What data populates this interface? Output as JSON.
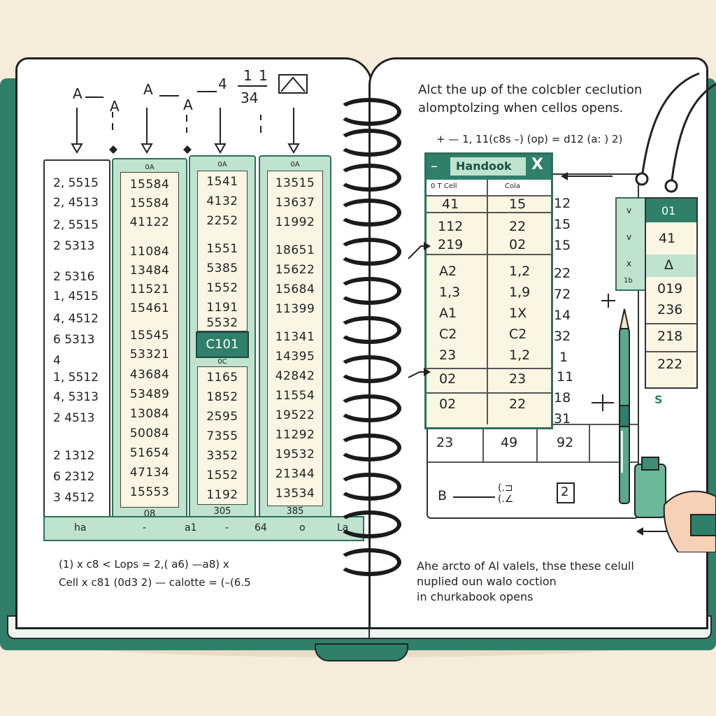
{
  "left_page": {
    "header": {
      "labels": [
        "A",
        "A",
        "A",
        "A",
        "4",
        "1",
        "1",
        "34"
      ],
      "box_icon": "triangle-box-icon"
    },
    "col0_values": [
      "2, 5515",
      "2, 4513",
      "2, 5515",
      "2 5313",
      "2 5316",
      "1, 4515",
      "4, 4512",
      "6 5313",
      "4",
      "1, 5512",
      "4, 5313",
      "2 4513",
      "2 1312",
      "6 2312",
      "3 4512"
    ],
    "col1_header": "0A",
    "col1_values": [
      "15584",
      "15584",
      "41122",
      "11084",
      "13484",
      "11521",
      "15461",
      "15545",
      "53321",
      "43684",
      "53489",
      "13084",
      "50084",
      "51654",
      "47134",
      "15553"
    ],
    "col1_footer": "08",
    "col2_header": "0A",
    "col2_top": [
      "1541",
      "4132",
      "2252",
      "1551",
      "5385",
      "1552",
      "1191",
      "5532"
    ],
    "col2_highlight": "C101",
    "col2_mid_header": "0C",
    "col2_bottom": [
      "1165",
      "1852",
      "2595",
      "7355",
      "3352",
      "1552",
      "1192"
    ],
    "col2_footer": "305",
    "col3_header": "0A",
    "col3_values": [
      "13515",
      "13637",
      "11992",
      "18651",
      "15622",
      "15684",
      "11399",
      "11341",
      "14395",
      "42842",
      "11554",
      "19522",
      "11292",
      "19532",
      "21344",
      "13534"
    ],
    "col3_footer": "385",
    "ruler_labels": [
      "ha",
      "-",
      "a1",
      "-",
      "64",
      "o",
      "La"
    ],
    "formula_line1": "(1)  x c8 < Lops  = 2,( a6) —a8) x",
    "formula_line2": "Cell  x c81 (0d3 2) — calotte = (–(6.5"
  },
  "right_page": {
    "title_line1": "Alct the up of the colcbler ceclution",
    "title_line2": "alomptolzing when cellos opens.",
    "formula": "+ — 1, 11(c8s –)  (op) = d12  (a: )  2)",
    "window": {
      "title": "Handook",
      "close_label": "X",
      "col_headers": [
        "0 T  Cell",
        "Cola"
      ],
      "rows": [
        [
          "41",
          "15"
        ],
        [
          "112",
          "22"
        ],
        [
          "219",
          "02"
        ],
        [
          "A2",
          "1,2"
        ],
        [
          "1,3",
          "1,9"
        ],
        [
          "A1",
          "1X"
        ],
        [
          "C2",
          "C2"
        ],
        [
          "23",
          "1,2"
        ],
        [
          "02",
          "23"
        ],
        [
          "02",
          "22"
        ]
      ]
    },
    "third_col": [
      "12",
      "15",
      "15",
      "22",
      "72",
      "14",
      "32",
      "1",
      "11",
      "18",
      "31"
    ],
    "bottom_row": [
      "23",
      "49",
      "92"
    ],
    "bottom_label": "B",
    "bottom_symbol": "2",
    "side_strip": [
      "v",
      "v",
      "x",
      "1b"
    ],
    "tag": {
      "header": "01",
      "values": [
        "41",
        "Δ",
        "019",
        "236",
        "218",
        "222"
      ],
      "footer": "S"
    },
    "note_line1": "Ahe arcto of Al valels, thse these celull",
    "note_line2": "nuplied oun walo coction",
    "note_line3": "in churkabook opens"
  }
}
